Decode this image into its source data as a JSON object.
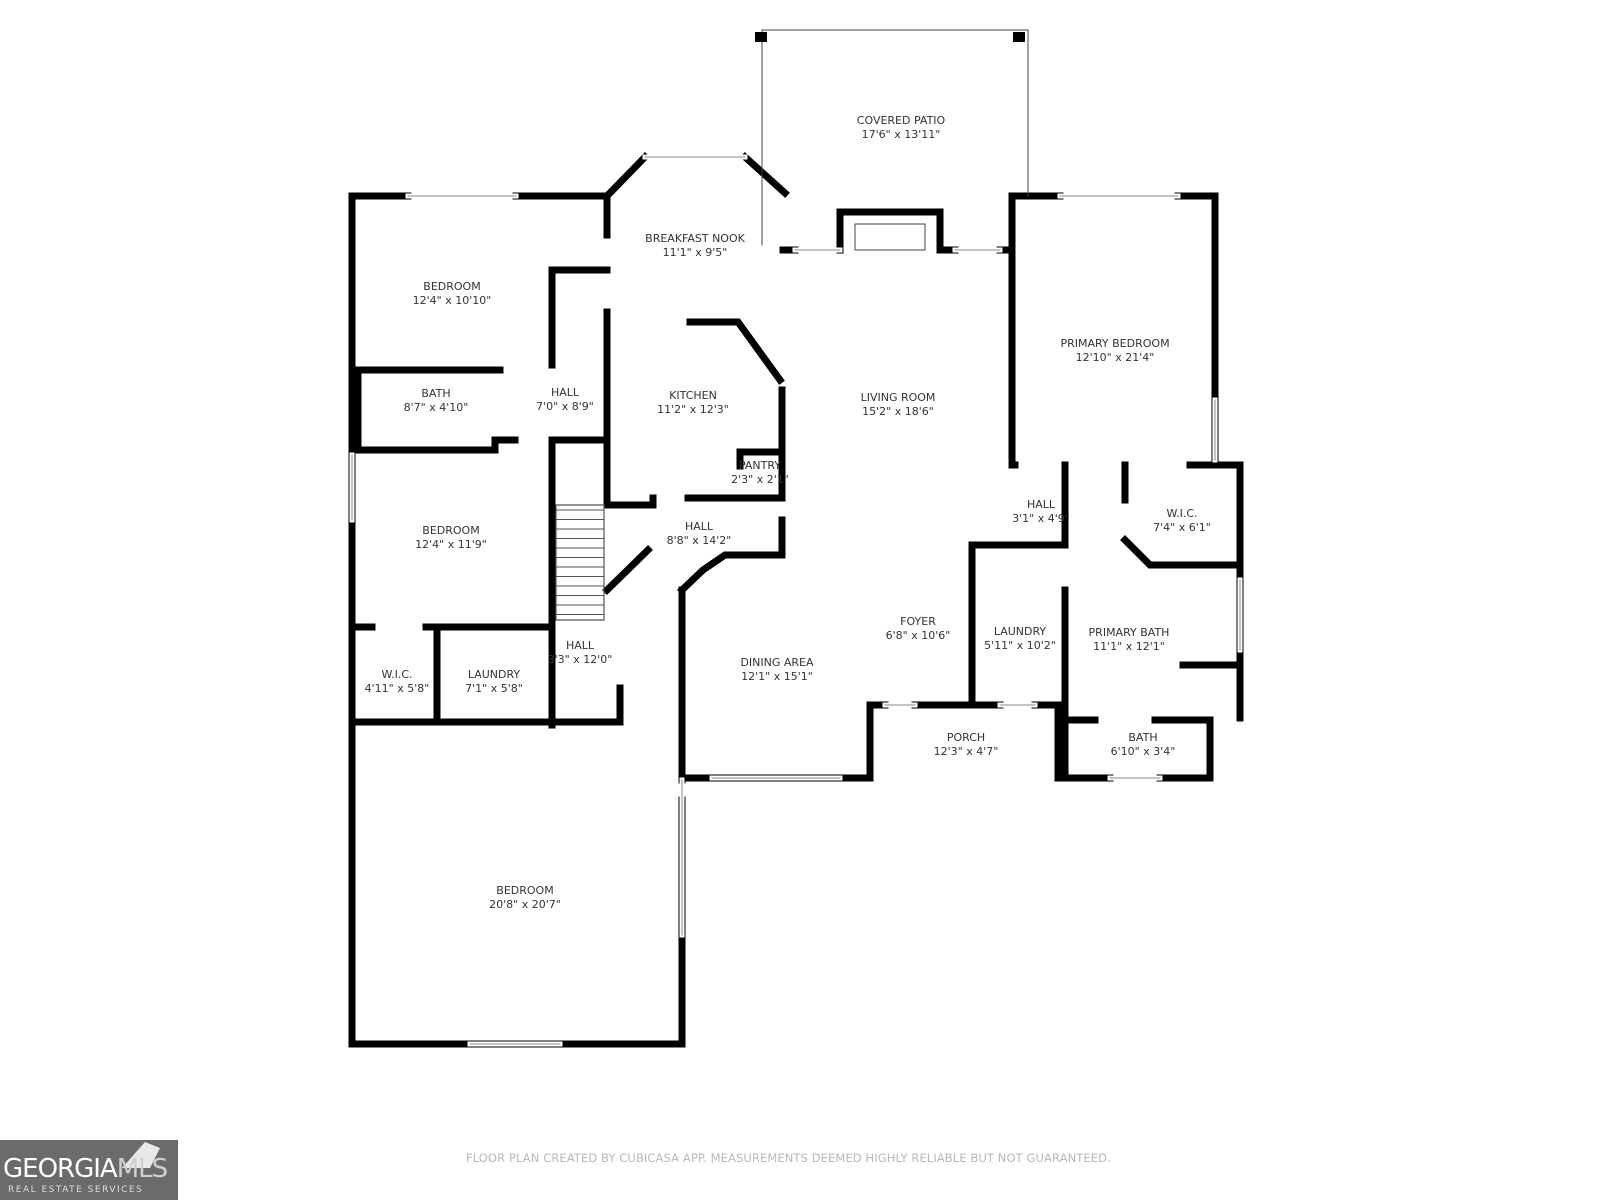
{
  "rooms": [
    {
      "name": "COVERED PATIO",
      "dims": "17'6\" x 13'11\""
    },
    {
      "name": "BREAKFAST NOOK",
      "dims": "11'1\" x 9'5\""
    },
    {
      "name": "BEDROOM",
      "dims": "12'4\" x 10'10\""
    },
    {
      "name": "PRIMARY BEDROOM",
      "dims": "12'10\" x 21'4\""
    },
    {
      "name": "BATH",
      "dims": "8'7\" x 4'10\""
    },
    {
      "name": "HALL",
      "dims": "7'0\" x 8'9\""
    },
    {
      "name": "KITCHEN",
      "dims": "11'2\" x 12'3\""
    },
    {
      "name": "LIVING ROOM",
      "dims": "15'2\" x 18'6\""
    },
    {
      "name": "PANTRY",
      "dims": "2'3\" x 2'1\""
    },
    {
      "name": "HALL",
      "dims": "3'1\" x 4'9\""
    },
    {
      "name": "W.I.C.",
      "dims": "7'4\" x 6'1\""
    },
    {
      "name": "BEDROOM",
      "dims": "12'4\" x 11'9\""
    },
    {
      "name": "HALL",
      "dims": "8'8\" x 14'2\""
    },
    {
      "name": "FOYER",
      "dims": "6'8\" x 10'6\""
    },
    {
      "name": "LAUNDRY",
      "dims": "5'11\" x 10'2\""
    },
    {
      "name": "PRIMARY BATH",
      "dims": "11'1\" x 12'1\""
    },
    {
      "name": "HALL",
      "dims": "3'3\" x 12'0\""
    },
    {
      "name": "W.I.C.",
      "dims": "4'11\" x 5'8\""
    },
    {
      "name": "LAUNDRY",
      "dims": "7'1\" x 5'8\""
    },
    {
      "name": "DINING AREA",
      "dims": "12'1\" x 15'1\""
    },
    {
      "name": "PORCH",
      "dims": "12'3\" x 4'7\""
    },
    {
      "name": "BATH",
      "dims": "6'10\" x 3'4\""
    },
    {
      "name": "BEDROOM",
      "dims": "20'8\" x 20'7\""
    }
  ],
  "footer": "FLOOR PLAN CREATED BY CUBICASA APP. MEASUREMENTS DEEMED HIGHLY RELIABLE BUT NOT GUARANTEED.",
  "logo": {
    "brand": "GEORGIA",
    "brand_accent": "MLS",
    "tagline": "REAL ESTATE SERVICES"
  },
  "colors": {
    "wall": "#000000",
    "text": "#333333",
    "footer": "#b8b8b8",
    "logo_bg": "#6b6b6b"
  }
}
